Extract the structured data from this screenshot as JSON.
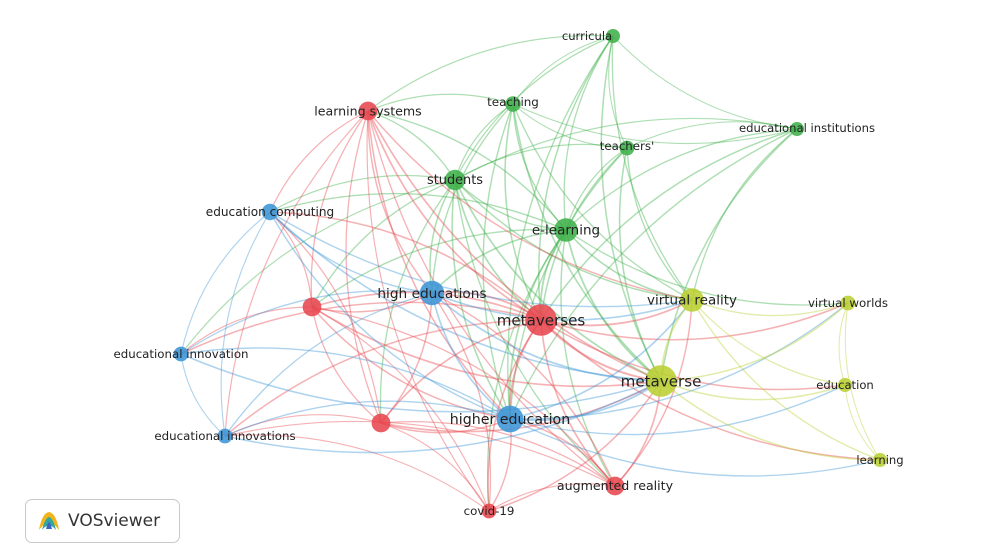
{
  "app": {
    "brand": "VOSviewer",
    "logo_icon": "vosviewer-logo-icon"
  },
  "colors": {
    "red": "#e8474f",
    "green": "#3fb04a",
    "blue": "#3c95d6",
    "yellow": "#b9cf32"
  },
  "nodes": [
    {
      "id": "curricula",
      "label": "curricula",
      "cluster": "green",
      "size": 1
    },
    {
      "id": "teaching",
      "label": "teaching",
      "cluster": "green",
      "size": 1.2
    },
    {
      "id": "educational-institutions",
      "label": "educational institutions",
      "cluster": "green",
      "size": 1
    },
    {
      "id": "teachers",
      "label": "teachers'",
      "cluster": "green",
      "size": 1.1
    },
    {
      "id": "students",
      "label": "students",
      "cluster": "green",
      "size": 1.8
    },
    {
      "id": "e-learning",
      "label": "e-learning",
      "cluster": "green",
      "size": 2.2
    },
    {
      "id": "learning-systems",
      "label": "learning systems",
      "cluster": "red",
      "size": 1.6
    },
    {
      "id": "metaverses",
      "label": "metaverses",
      "cluster": "red",
      "size": 3.2
    },
    {
      "id": "augmented-reality",
      "label": "augmented reality",
      "cluster": "red",
      "size": 1.6
    },
    {
      "id": "covid-19",
      "label": "covid-19",
      "cluster": "red",
      "size": 1.1
    },
    {
      "id": "red-node-a",
      "label": "",
      "cluster": "red",
      "size": 1.6
    },
    {
      "id": "red-node-b",
      "label": "",
      "cluster": "red",
      "size": 1.6
    },
    {
      "id": "education-computing",
      "label": "education computing",
      "cluster": "blue",
      "size": 1.3
    },
    {
      "id": "high-educations",
      "label": "high educations",
      "cluster": "blue",
      "size": 2.3
    },
    {
      "id": "higher-education",
      "label": "higher education",
      "cluster": "blue",
      "size": 2.6
    },
    {
      "id": "educational-innovation",
      "label": "educational innovation",
      "cluster": "blue",
      "size": 1.1
    },
    {
      "id": "educational-innovations",
      "label": "educational innovations",
      "cluster": "blue",
      "size": 1.1
    },
    {
      "id": "virtual-reality",
      "label": "virtual reality",
      "cluster": "yellow",
      "size": 2.2
    },
    {
      "id": "metaverse",
      "label": "metaverse",
      "cluster": "yellow",
      "size": 3.2
    },
    {
      "id": "virtual-worlds",
      "label": "virtual worlds",
      "cluster": "yellow",
      "size": 1.1
    },
    {
      "id": "education",
      "label": "education",
      "cluster": "yellow",
      "size": 1
    },
    {
      "id": "learning",
      "label": "learning",
      "cluster": "yellow",
      "size": 1
    }
  ],
  "links": [
    [
      "curricula",
      "teaching"
    ],
    [
      "curricula",
      "students"
    ],
    [
      "curricula",
      "e-learning"
    ],
    [
      "curricula",
      "educational-institutions"
    ],
    [
      "curricula",
      "teachers"
    ],
    [
      "curricula",
      "metaverse"
    ],
    [
      "curricula",
      "virtual-reality"
    ],
    [
      "curricula",
      "learning-systems"
    ],
    [
      "curricula",
      "metaverses"
    ],
    [
      "curricula",
      "higher-education"
    ],
    [
      "teaching",
      "students"
    ],
    [
      "teaching",
      "e-learning"
    ],
    [
      "teaching",
      "teachers"
    ],
    [
      "teaching",
      "metaverses"
    ],
    [
      "teaching",
      "metaverse"
    ],
    [
      "teaching",
      "high-educations"
    ],
    [
      "teaching",
      "higher-education"
    ],
    [
      "teaching",
      "learning-systems"
    ],
    [
      "teaching",
      "virtual-reality"
    ],
    [
      "teaching",
      "educational-institutions"
    ],
    [
      "educational-institutions",
      "e-learning"
    ],
    [
      "educational-institutions",
      "students"
    ],
    [
      "educational-institutions",
      "metaverse"
    ],
    [
      "educational-institutions",
      "virtual-reality"
    ],
    [
      "educational-institutions",
      "teachers"
    ],
    [
      "educational-institutions",
      "higher-education"
    ],
    [
      "educational-institutions",
      "metaverses"
    ],
    [
      "teachers",
      "e-learning"
    ],
    [
      "teachers",
      "students"
    ],
    [
      "teachers",
      "metaverse"
    ],
    [
      "teachers",
      "virtual-reality"
    ],
    [
      "teachers",
      "metaverses"
    ],
    [
      "teachers",
      "higher-education"
    ],
    [
      "students",
      "e-learning"
    ],
    [
      "students",
      "learning-systems"
    ],
    [
      "students",
      "metaverses"
    ],
    [
      "students",
      "high-educations"
    ],
    [
      "students",
      "higher-education"
    ],
    [
      "students",
      "education-computing"
    ],
    [
      "students",
      "metaverse"
    ],
    [
      "students",
      "virtual-reality"
    ],
    [
      "students",
      "red-node-a"
    ],
    [
      "students",
      "red-node-b"
    ],
    [
      "students",
      "augmented-reality"
    ],
    [
      "students",
      "educational-innovation"
    ],
    [
      "e-learning",
      "metaverses"
    ],
    [
      "e-learning",
      "high-educations"
    ],
    [
      "e-learning",
      "higher-education"
    ],
    [
      "e-learning",
      "metaverse"
    ],
    [
      "e-learning",
      "virtual-reality"
    ],
    [
      "e-learning",
      "learning-systems"
    ],
    [
      "e-learning",
      "education-computing"
    ],
    [
      "e-learning",
      "augmented-reality"
    ],
    [
      "e-learning",
      "virtual-worlds"
    ],
    [
      "e-learning",
      "red-node-a"
    ],
    [
      "e-learning",
      "covid-19"
    ],
    [
      "learning-systems",
      "metaverses"
    ],
    [
      "learning-systems",
      "high-educations"
    ],
    [
      "learning-systems",
      "higher-education"
    ],
    [
      "learning-systems",
      "education-computing"
    ],
    [
      "learning-systems",
      "red-node-a"
    ],
    [
      "learning-systems",
      "red-node-b"
    ],
    [
      "learning-systems",
      "metaverse"
    ],
    [
      "learning-systems",
      "augmented-reality"
    ],
    [
      "learning-systems",
      "covid-19"
    ],
    [
      "learning-systems",
      "virtual-reality"
    ],
    [
      "learning-systems",
      "educational-innovations"
    ],
    [
      "metaverses",
      "high-educations"
    ],
    [
      "metaverses",
      "higher-education"
    ],
    [
      "metaverses",
      "metaverse"
    ],
    [
      "metaverses",
      "virtual-reality"
    ],
    [
      "metaverses",
      "augmented-reality"
    ],
    [
      "metaverses",
      "covid-19"
    ],
    [
      "metaverses",
      "red-node-a"
    ],
    [
      "metaverses",
      "red-node-b"
    ],
    [
      "metaverses",
      "education-computing"
    ],
    [
      "metaverses",
      "educational-innovation"
    ],
    [
      "metaverses",
      "educational-innovations"
    ],
    [
      "metaverses",
      "virtual-worlds"
    ],
    [
      "metaverses",
      "education"
    ],
    [
      "metaverses",
      "learning"
    ],
    [
      "augmented-reality",
      "metaverse"
    ],
    [
      "augmented-reality",
      "higher-education"
    ],
    [
      "augmented-reality",
      "virtual-reality"
    ],
    [
      "augmented-reality",
      "covid-19"
    ],
    [
      "augmented-reality",
      "high-educations"
    ],
    [
      "augmented-reality",
      "red-node-b"
    ],
    [
      "augmented-reality",
      "red-node-a"
    ],
    [
      "augmented-reality",
      "educational-innovations"
    ],
    [
      "covid-19",
      "higher-education"
    ],
    [
      "covid-19",
      "metaverse"
    ],
    [
      "covid-19",
      "red-node-b"
    ],
    [
      "covid-19",
      "high-educations"
    ],
    [
      "covid-19",
      "red-node-a"
    ],
    [
      "covid-19",
      "educational-innovations"
    ],
    [
      "red-node-a",
      "high-educations"
    ],
    [
      "red-node-a",
      "higher-education"
    ],
    [
      "red-node-a",
      "education-computing"
    ],
    [
      "red-node-a",
      "educational-innovation"
    ],
    [
      "red-node-a",
      "red-node-b"
    ],
    [
      "red-node-a",
      "metaverse"
    ],
    [
      "red-node-b",
      "higher-education"
    ],
    [
      "red-node-b",
      "high-educations"
    ],
    [
      "red-node-b",
      "educational-innovations"
    ],
    [
      "red-node-b",
      "education-computing"
    ],
    [
      "red-node-b",
      "metaverse"
    ],
    [
      "education-computing",
      "high-educations"
    ],
    [
      "education-computing",
      "higher-education"
    ],
    [
      "education-computing",
      "educational-innovation"
    ],
    [
      "education-computing",
      "educational-innovations"
    ],
    [
      "education-computing",
      "metaverse"
    ],
    [
      "education-computing",
      "virtual-reality"
    ],
    [
      "high-educations",
      "higher-education"
    ],
    [
      "high-educations",
      "metaverse"
    ],
    [
      "high-educations",
      "virtual-reality"
    ],
    [
      "high-educations",
      "educational-innovation"
    ],
    [
      "high-educations",
      "educational-innovations"
    ],
    [
      "higher-education",
      "metaverse"
    ],
    [
      "higher-education",
      "virtual-reality"
    ],
    [
      "higher-education",
      "educational-innovation"
    ],
    [
      "higher-education",
      "educational-innovations"
    ],
    [
      "higher-education",
      "virtual-worlds"
    ],
    [
      "higher-education",
      "education"
    ],
    [
      "higher-education",
      "learning"
    ],
    [
      "educational-innovation",
      "educational-innovations"
    ],
    [
      "educational-innovation",
      "metaverse"
    ],
    [
      "educational-innovations",
      "metaverse"
    ],
    [
      "virtual-reality",
      "metaverse"
    ],
    [
      "virtual-reality",
      "virtual-worlds"
    ],
    [
      "virtual-reality",
      "education"
    ],
    [
      "virtual-reality",
      "learning"
    ],
    [
      "metaverse",
      "virtual-worlds"
    ],
    [
      "metaverse",
      "education"
    ],
    [
      "metaverse",
      "learning"
    ],
    [
      "virtual-worlds",
      "education"
    ],
    [
      "virtual-worlds",
      "learning"
    ],
    [
      "education",
      "learning"
    ]
  ]
}
